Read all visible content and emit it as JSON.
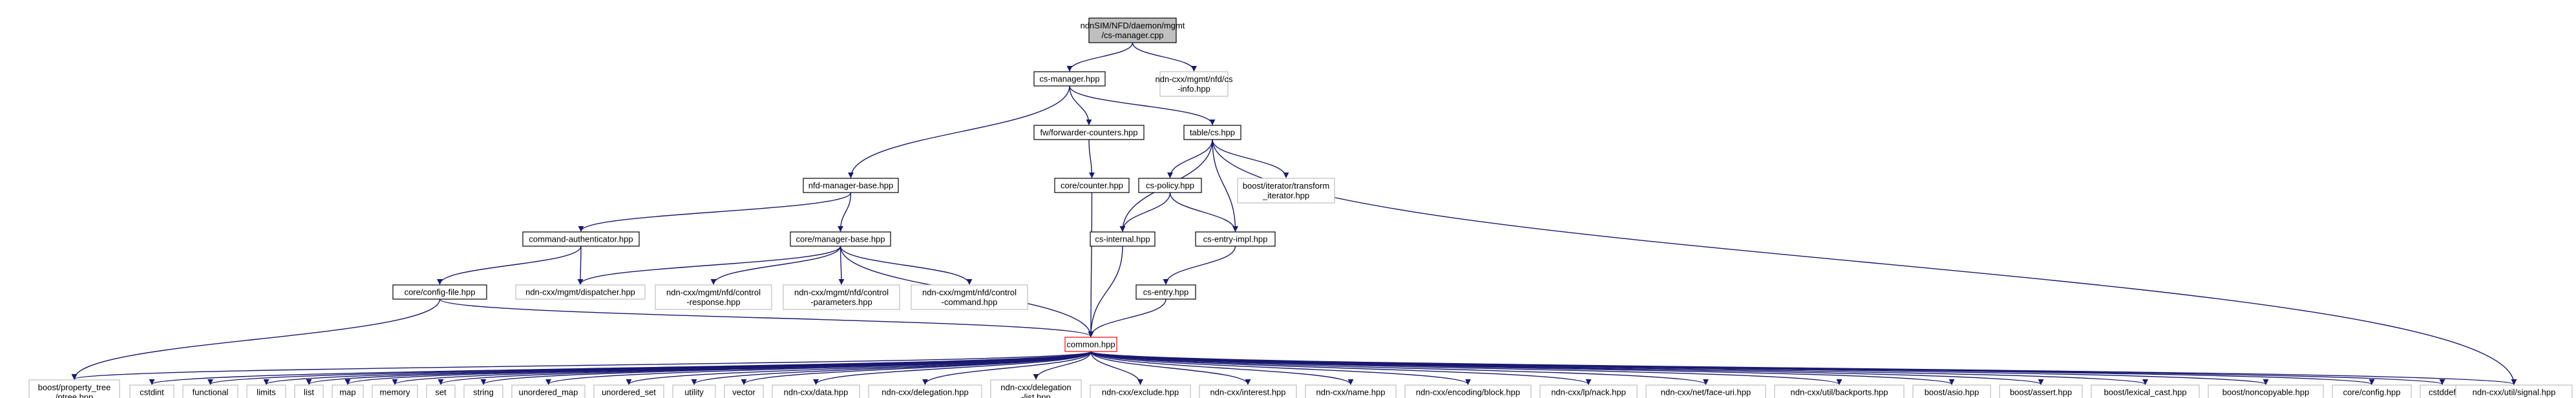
{
  "colors": {
    "edge": "#191970",
    "normal_border": "#000000",
    "external_border": "#bfbfbf",
    "root_fill": "#bfbfbf",
    "highlight_border": "#ff0000",
    "text": "#000000",
    "external_text": "#000000"
  },
  "nodes": [
    {
      "id": "root",
      "lines": [
        "ndnSIM/NFD/daemon/mgmt",
        "/cs-manager.cpp"
      ],
      "kind": "root"
    },
    {
      "id": "cs_manager_hpp",
      "lines": [
        "cs-manager.hpp"
      ],
      "kind": "normal"
    },
    {
      "id": "cs_info_hpp",
      "lines": [
        "ndn-cxx/mgmt/nfd/cs",
        "-info.hpp"
      ],
      "kind": "external"
    },
    {
      "id": "fw_counters",
      "lines": [
        "fw/forwarder-counters.hpp"
      ],
      "kind": "normal"
    },
    {
      "id": "table_cs",
      "lines": [
        "table/cs.hpp"
      ],
      "kind": "normal"
    },
    {
      "id": "nfd_manager_base",
      "lines": [
        "nfd-manager-base.hpp"
      ],
      "kind": "normal"
    },
    {
      "id": "core_counter",
      "lines": [
        "core/counter.hpp"
      ],
      "kind": "normal"
    },
    {
      "id": "cs_policy",
      "lines": [
        "cs-policy.hpp"
      ],
      "kind": "normal"
    },
    {
      "id": "boost_transform",
      "lines": [
        "boost/iterator/transform",
        "_iterator.hpp"
      ],
      "kind": "external"
    },
    {
      "id": "command_auth",
      "lines": [
        "command-authenticator.hpp"
      ],
      "kind": "normal"
    },
    {
      "id": "core_manager_base",
      "lines": [
        "core/manager-base.hpp"
      ],
      "kind": "normal"
    },
    {
      "id": "cs_internal",
      "lines": [
        "cs-internal.hpp"
      ],
      "kind": "normal"
    },
    {
      "id": "cs_entry_impl",
      "lines": [
        "cs-entry-impl.hpp"
      ],
      "kind": "normal"
    },
    {
      "id": "core_config_file",
      "lines": [
        "core/config-file.hpp"
      ],
      "kind": "normal"
    },
    {
      "id": "dispatcher",
      "lines": [
        "ndn-cxx/mgmt/dispatcher.hpp"
      ],
      "kind": "external"
    },
    {
      "id": "control_response",
      "lines": [
        "ndn-cxx/mgmt/nfd/control",
        "-response.hpp"
      ],
      "kind": "external"
    },
    {
      "id": "control_parameters",
      "lines": [
        "ndn-cxx/mgmt/nfd/control",
        "-parameters.hpp"
      ],
      "kind": "external"
    },
    {
      "id": "control_command",
      "lines": [
        "ndn-cxx/mgmt/nfd/control",
        "-command.hpp"
      ],
      "kind": "external"
    },
    {
      "id": "cs_entry",
      "lines": [
        "cs-entry.hpp"
      ],
      "kind": "normal"
    },
    {
      "id": "common_hpp",
      "lines": [
        "common.hpp"
      ],
      "kind": "highlight"
    },
    {
      "id": "ptree",
      "lines": [
        "boost/property_tree",
        "/ptree.hpp"
      ],
      "kind": "external"
    },
    {
      "id": "cstdint",
      "lines": [
        "cstdint"
      ],
      "kind": "external"
    },
    {
      "id": "functional",
      "lines": [
        "functional"
      ],
      "kind": "external"
    },
    {
      "id": "limits",
      "lines": [
        "limits"
      ],
      "kind": "external"
    },
    {
      "id": "list",
      "lines": [
        "list"
      ],
      "kind": "external"
    },
    {
      "id": "map",
      "lines": [
        "map"
      ],
      "kind": "external"
    },
    {
      "id": "memory",
      "lines": [
        "memory"
      ],
      "kind": "external"
    },
    {
      "id": "set",
      "lines": [
        "set"
      ],
      "kind": "external"
    },
    {
      "id": "string",
      "lines": [
        "string"
      ],
      "kind": "external"
    },
    {
      "id": "unordered_map",
      "lines": [
        "unordered_map"
      ],
      "kind": "external"
    },
    {
      "id": "unordered_set",
      "lines": [
        "unordered_set"
      ],
      "kind": "external"
    },
    {
      "id": "utility",
      "lines": [
        "utility"
      ],
      "kind": "external"
    },
    {
      "id": "vector",
      "lines": [
        "vector"
      ],
      "kind": "external"
    },
    {
      "id": "data_hpp",
      "lines": [
        "ndn-cxx/data.hpp"
      ],
      "kind": "external"
    },
    {
      "id": "delegation",
      "lines": [
        "ndn-cxx/delegation.hpp"
      ],
      "kind": "external"
    },
    {
      "id": "delegation_list",
      "lines": [
        "ndn-cxx/delegation",
        "-list.hpp"
      ],
      "kind": "external"
    },
    {
      "id": "exclude",
      "lines": [
        "ndn-cxx/exclude.hpp"
      ],
      "kind": "external"
    },
    {
      "id": "interest",
      "lines": [
        "ndn-cxx/interest.hpp"
      ],
      "kind": "external"
    },
    {
      "id": "name",
      "lines": [
        "ndn-cxx/name.hpp"
      ],
      "kind": "external"
    },
    {
      "id": "encoding_block",
      "lines": [
        "ndn-cxx/encoding/block.hpp"
      ],
      "kind": "external"
    },
    {
      "id": "lp_nack",
      "lines": [
        "ndn-cxx/lp/nack.hpp"
      ],
      "kind": "external"
    },
    {
      "id": "face_uri",
      "lines": [
        "ndn-cxx/net/face-uri.hpp"
      ],
      "kind": "external"
    },
    {
      "id": "backports",
      "lines": [
        "ndn-cxx/util/backports.hpp"
      ],
      "kind": "external"
    },
    {
      "id": "boost_asio",
      "lines": [
        "boost/asio.hpp"
      ],
      "kind": "external"
    },
    {
      "id": "boost_assert",
      "lines": [
        "boost/assert.hpp"
      ],
      "kind": "external"
    },
    {
      "id": "lexical_cast",
      "lines": [
        "boost/lexical_cast.hpp"
      ],
      "kind": "external"
    },
    {
      "id": "noncopyable",
      "lines": [
        "boost/noncopyable.hpp"
      ],
      "kind": "external"
    },
    {
      "id": "core_config",
      "lines": [
        "core/config.hpp"
      ],
      "kind": "external"
    },
    {
      "id": "cstddef",
      "lines": [
        "cstddef"
      ],
      "kind": "external"
    },
    {
      "id": "signal",
      "lines": [
        "ndn-cxx/util/signal.hpp"
      ],
      "kind": "external"
    }
  ],
  "edges": [
    [
      "root",
      "cs_manager_hpp"
    ],
    [
      "root",
      "cs_info_hpp"
    ],
    [
      "cs_manager_hpp",
      "nfd_manager_base"
    ],
    [
      "cs_manager_hpp",
      "fw_counters"
    ],
    [
      "cs_manager_hpp",
      "table_cs"
    ],
    [
      "fw_counters",
      "core_counter"
    ],
    [
      "core_counter",
      "common_hpp"
    ],
    [
      "table_cs",
      "cs_policy"
    ],
    [
      "table_cs",
      "boost_transform"
    ],
    [
      "table_cs",
      "cs_internal"
    ],
    [
      "table_cs",
      "cs_entry_impl"
    ],
    [
      "table_cs",
      "signal"
    ],
    [
      "cs_policy",
      "cs_internal"
    ],
    [
      "cs_policy",
      "cs_entry_impl"
    ],
    [
      "cs_internal",
      "common_hpp"
    ],
    [
      "cs_entry_impl",
      "cs_entry"
    ],
    [
      "cs_entry",
      "common_hpp"
    ],
    [
      "nfd_manager_base",
      "command_auth"
    ],
    [
      "nfd_manager_base",
      "core_manager_base"
    ],
    [
      "command_auth",
      "core_config_file"
    ],
    [
      "command_auth",
      "dispatcher"
    ],
    [
      "core_manager_base",
      "dispatcher"
    ],
    [
      "core_manager_base",
      "control_response"
    ],
    [
      "core_manager_base",
      "control_parameters"
    ],
    [
      "core_manager_base",
      "control_command"
    ],
    [
      "core_manager_base",
      "common_hpp"
    ],
    [
      "core_config_file",
      "common_hpp"
    ],
    [
      "core_config_file",
      "ptree"
    ],
    [
      "common_hpp",
      "ptree"
    ],
    [
      "common_hpp",
      "cstdint"
    ],
    [
      "common_hpp",
      "functional"
    ],
    [
      "common_hpp",
      "limits"
    ],
    [
      "common_hpp",
      "list"
    ],
    [
      "common_hpp",
      "map"
    ],
    [
      "common_hpp",
      "memory"
    ],
    [
      "common_hpp",
      "set"
    ],
    [
      "common_hpp",
      "string"
    ],
    [
      "common_hpp",
      "unordered_map"
    ],
    [
      "common_hpp",
      "unordered_set"
    ],
    [
      "common_hpp",
      "utility"
    ],
    [
      "common_hpp",
      "vector"
    ],
    [
      "common_hpp",
      "data_hpp"
    ],
    [
      "common_hpp",
      "delegation"
    ],
    [
      "common_hpp",
      "delegation_list"
    ],
    [
      "common_hpp",
      "exclude"
    ],
    [
      "common_hpp",
      "interest"
    ],
    [
      "common_hpp",
      "name"
    ],
    [
      "common_hpp",
      "encoding_block"
    ],
    [
      "common_hpp",
      "lp_nack"
    ],
    [
      "common_hpp",
      "face_uri"
    ],
    [
      "common_hpp",
      "backports"
    ],
    [
      "common_hpp",
      "boost_asio"
    ],
    [
      "common_hpp",
      "boost_assert"
    ],
    [
      "common_hpp",
      "lexical_cast"
    ],
    [
      "common_hpp",
      "noncopyable"
    ],
    [
      "common_hpp",
      "core_config"
    ],
    [
      "common_hpp",
      "cstddef"
    ],
    [
      "common_hpp",
      "signal"
    ]
  ]
}
